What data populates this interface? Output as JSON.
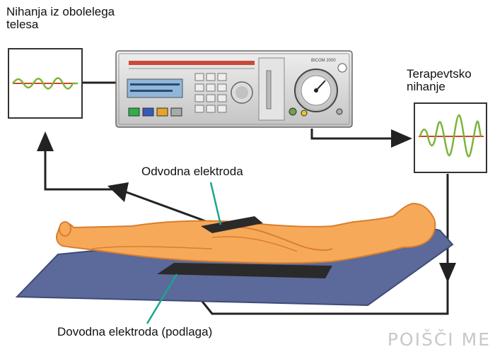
{
  "labels": {
    "body_oscillation": "Nihanja iz obolelega telesa",
    "body_oscillation_l1": "Nihanja iz obolelega",
    "body_oscillation_l2": "telesa",
    "therapeutic_l1": "Terapevtsko",
    "therapeutic_l2": "nihanje",
    "output_electrode": "Odvodna elektroda",
    "input_electrode": "Dovodna elektroda (podlaga)"
  },
  "device": {
    "brand": "BICOM 2000"
  },
  "watermark": "POIŠČI ME",
  "colors": {
    "skin": "#F7A95A",
    "skin_dark": "#D97E2E",
    "mat": "#5B6A9A",
    "mat_edge": "#3F4C78",
    "electrode": "#2A2A2A",
    "wave_green": "#7DB43A",
    "wave_red": "#D0452A",
    "arrow": "#222222",
    "leader_line": "#1AA58E",
    "device_body": "#D8D8D8"
  }
}
